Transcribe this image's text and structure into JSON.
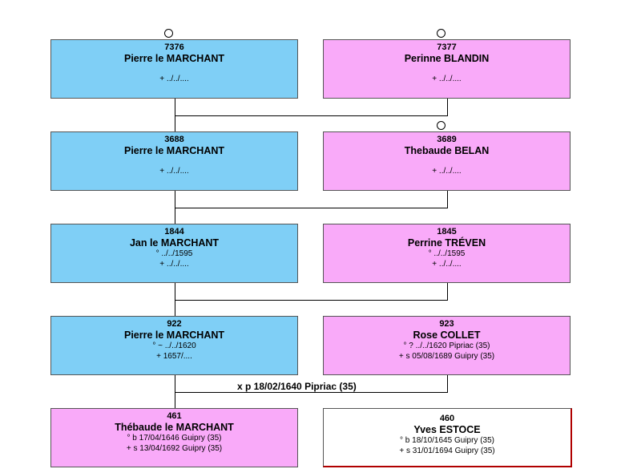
{
  "people": {
    "p7376": {
      "num": "7376",
      "name": "Pierre le MARCHANT",
      "line1": "",
      "line2": "+ ../../...."
    },
    "p7377": {
      "num": "7377",
      "name": "Perinne BLANDIN",
      "line1": "",
      "line2": "+ ../../...."
    },
    "p3688": {
      "num": "3688",
      "name": "Pierre le MARCHANT",
      "line1": "",
      "line2": "+ ../../...."
    },
    "p3689": {
      "num": "3689",
      "name": "Thebaude BELAN",
      "line1": "",
      "line2": "+ ../../...."
    },
    "p1844": {
      "num": "1844",
      "name": "Jan le MARCHANT",
      "line1": "° ../../1595",
      "line2": "+ ../../...."
    },
    "p1845": {
      "num": "1845",
      "name": "Perrine TRÉVEN",
      "line1": "° ../../1595",
      "line2": "+ ../../...."
    },
    "p922": {
      "num": "922",
      "name": "Pierre le MARCHANT",
      "line1": "° ~ ../../1620",
      "line2": "+ 1657/...."
    },
    "p923": {
      "num": "923",
      "name": "Rose COLLET",
      "line1": "° ? ../../1620 Pipriac (35)",
      "line2": "+ s 05/08/1689 Guipry (35)"
    },
    "p461": {
      "num": "461",
      "name": "Thébaude le MARCHANT",
      "line1": "° b 17/04/1646 Guipry (35)",
      "line2": "+ s 13/04/1692 Guipry (35)"
    },
    "p460": {
      "num": "460",
      "name": "Yves ESTOCE",
      "line1": "° b 18/10/1645 Guipry (35)",
      "line2": "+ s 31/01/1694 Guipry (35)"
    }
  },
  "marriage_922_923": "x p 18/02/1640 Pipriac (35)",
  "colors": {
    "male": "#7fcff6",
    "female": "#f9aaf9",
    "root": "#ffffff"
  }
}
